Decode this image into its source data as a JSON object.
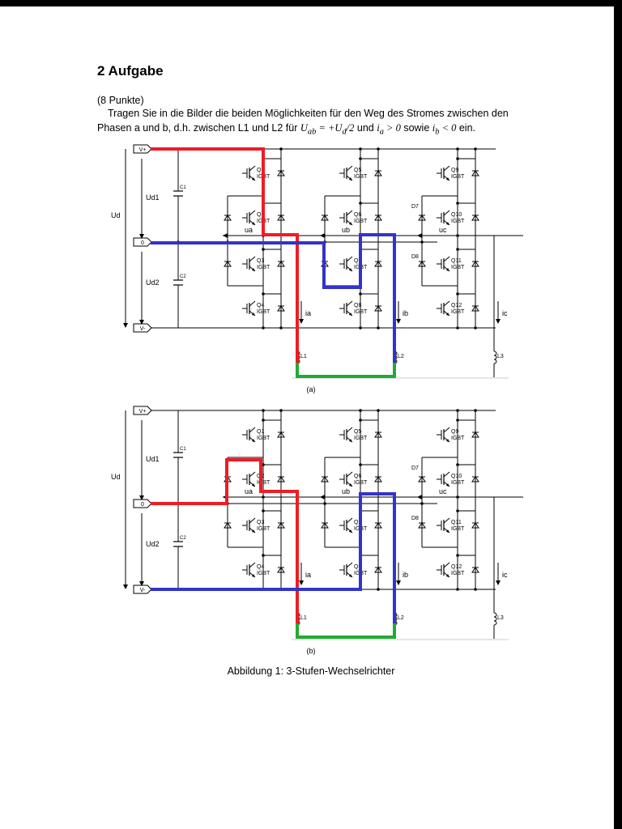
{
  "heading": {
    "title": "2  Aufgabe",
    "points": "(8 Punkte)"
  },
  "task": {
    "text_before": "Tragen Sie in die Bilder die beiden Möglichkeiten für den Weg des Stromes zwischen den Phasen a und b, d.h. zwischen L1 und L2 für ",
    "formula_voltage": "U",
    "formula_voltage_sub": "ab",
    "formula_voltage_rest": " = +U",
    "formula_voltage_sub2": "d",
    "formula_voltage_end": "/2",
    "text_and": " und ",
    "formula_ia": "i",
    "formula_ia_sub": "a",
    "formula_ia_rest": " > 0",
    "text_sowie": " sowie ",
    "formula_ib": "i",
    "formula_ib_sub": "b",
    "formula_ib_rest": " < 0",
    "text_end": " ein."
  },
  "circuit": {
    "terminals": [
      "V+",
      "0",
      "V-"
    ],
    "voltages": [
      "Ud",
      "Ud1",
      "Ud2"
    ],
    "capacitors": [
      "C1",
      "C2"
    ],
    "switches_a": [
      "Q1",
      "Q2",
      "Q3",
      "Q4"
    ],
    "switches_b": [
      "Q5",
      "Q6",
      "Q7",
      "Q8"
    ],
    "switches_c": [
      "Q9",
      "Q10",
      "Q11",
      "Q12"
    ],
    "switch_type": "IGBT",
    "clamp_diodes": [
      "D7",
      "D8"
    ],
    "phase_voltages": [
      "ua",
      "ub",
      "uc"
    ],
    "phase_currents": [
      "ia",
      "ib",
      "ic"
    ],
    "loads": [
      "L1",
      "L2",
      "L3"
    ],
    "colors": {
      "path_a": "#ee1c25",
      "path_b": "#3333cc",
      "load_link": "#22aa33",
      "wire": "#000000"
    }
  },
  "figures": [
    {
      "label": "(a)"
    },
    {
      "label": "(b)"
    }
  ],
  "caption": "Abbildung 1: 3-Stufen-Wechselrichter"
}
